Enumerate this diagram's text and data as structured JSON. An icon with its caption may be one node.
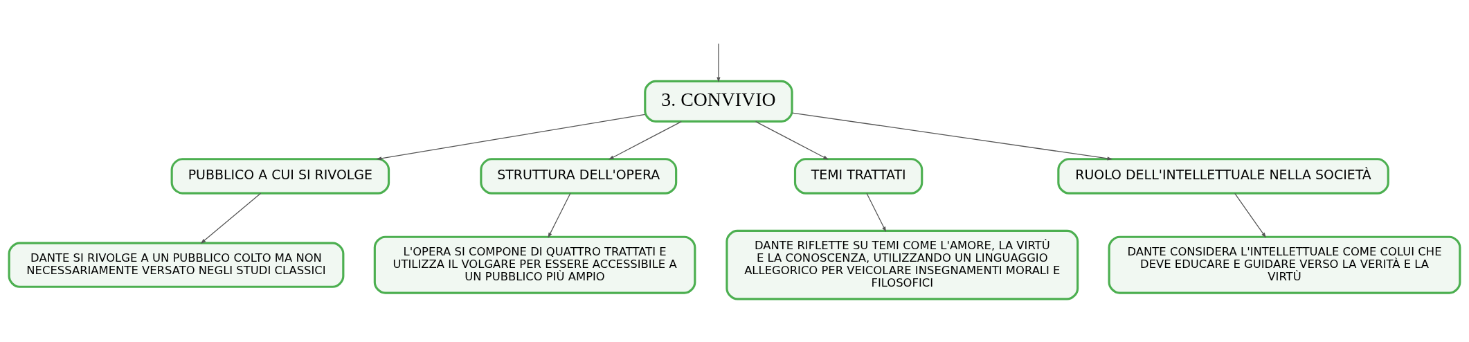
{
  "diagram": {
    "nodes": [
      {
        "text": [
          "3. CONVIVIO"
        ]
      },
      {
        "text": [
          "PUBBLICO A CUI SI RIVOLGE"
        ]
      },
      {
        "text": [
          "STRUTTURA DELL'OPERA"
        ]
      },
      {
        "text": [
          "TEMI TRATTATI"
        ]
      },
      {
        "text": [
          "RUOLO DELL'INTELLETTUALE NELLA SOCIETÀ"
        ]
      },
      {
        "text": [
          "DANTE SI RIVOLGE A UN PUBBLICO COLTO MA NON NECESSARIAMENTE VERSATO NEGLI STUDI CLASSICI"
        ]
      },
      {
        "text": [
          "L'OPERA SI COMPONE DI QUATTRO TRATTATI E UTILIZZA IL VOLGARE PER ESSERE ACCESSIBILE A UN PUBBLICO PIÙ AMPIO"
        ]
      },
      {
        "text": [
          "DANTE RIFLETTE SU TEMI COME L'AMORE, LA VIRTÙ E LA CONOSCENZA, UTILIZZANDO UN LINGUAGGIO ALLEGORICO PER VEICOLARE INSEGNAMENTI MORALI E FILOSOFICI"
        ]
      },
      {
        "text": [
          "DANTE CONSIDERA L'INTELLETTUALE COME COLUI CHE DEVE EDUCARE E GUIDARE VERSO LA VERITÀ E LA VIRTÙ"
        ]
      }
    ],
    "edges": [
      {
        "from": null,
        "to": 0,
        "arrow": "to"
      },
      {
        "from": 0,
        "to": 1,
        "arrow": "to"
      },
      {
        "from": 0,
        "to": 2,
        "arrow": "to"
      },
      {
        "from": 0,
        "to": 3,
        "arrow": "to"
      },
      {
        "from": 0,
        "to": 4,
        "arrow": "to"
      },
      {
        "from": 1,
        "to": 5,
        "arrow": "to"
      },
      {
        "from": 2,
        "to": 6,
        "arrow": "to"
      },
      {
        "from": 3,
        "to": 7,
        "arrow": "to"
      },
      {
        "from": 4,
        "to": 8,
        "arrow": "to"
      }
    ]
  }
}
